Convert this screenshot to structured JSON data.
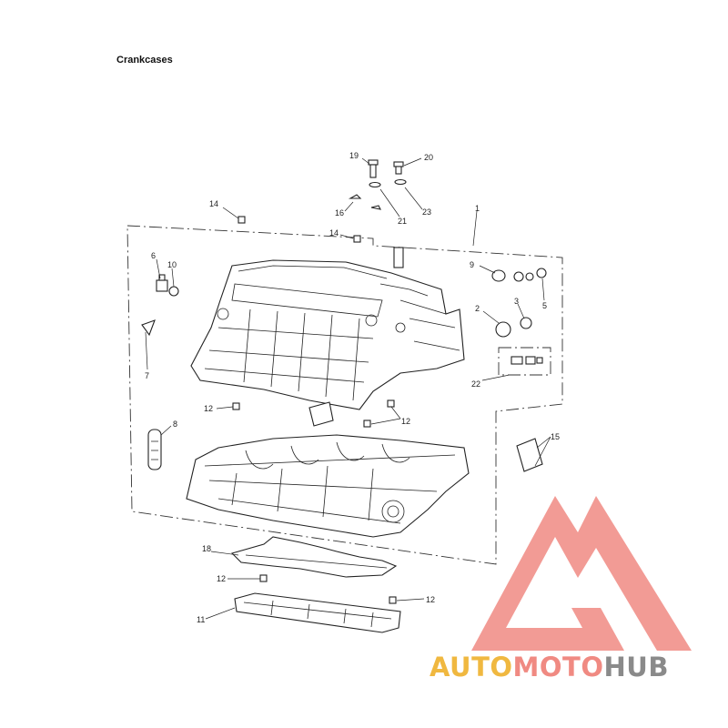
{
  "title": "Crankcases",
  "callouts": [
    {
      "id": "c19",
      "label": "19"
    },
    {
      "id": "c20",
      "label": "20"
    },
    {
      "id": "c14a",
      "label": "14"
    },
    {
      "id": "c16",
      "label": "16"
    },
    {
      "id": "c21",
      "label": "21"
    },
    {
      "id": "c23",
      "label": "23"
    },
    {
      "id": "c1",
      "label": "1"
    },
    {
      "id": "c14b",
      "label": "14"
    },
    {
      "id": "c6",
      "label": "6"
    },
    {
      "id": "c10",
      "label": "10"
    },
    {
      "id": "c9",
      "label": "9"
    },
    {
      "id": "c5",
      "label": "5"
    },
    {
      "id": "c3",
      "label": "3"
    },
    {
      "id": "c2",
      "label": "2"
    },
    {
      "id": "c7",
      "label": "7"
    },
    {
      "id": "c22",
      "label": "22"
    },
    {
      "id": "c12a",
      "label": "12"
    },
    {
      "id": "c12b",
      "label": "12"
    },
    {
      "id": "c8",
      "label": "8"
    },
    {
      "id": "c15",
      "label": "15"
    },
    {
      "id": "c18",
      "label": "18"
    },
    {
      "id": "c12c",
      "label": "12"
    },
    {
      "id": "c12d",
      "label": "12"
    },
    {
      "id": "c11",
      "label": "11"
    }
  ],
  "watermark": {
    "text_a": "AUTO",
    "text_b": "MOTO",
    "text_c": "HUB",
    "color_a": "#f0b840",
    "color_b": "#f08a82",
    "color_c": "#8a8a8a",
    "logo_color": "#f08a82"
  },
  "icons": {
    "logo": "triangle-m-logo-icon"
  }
}
